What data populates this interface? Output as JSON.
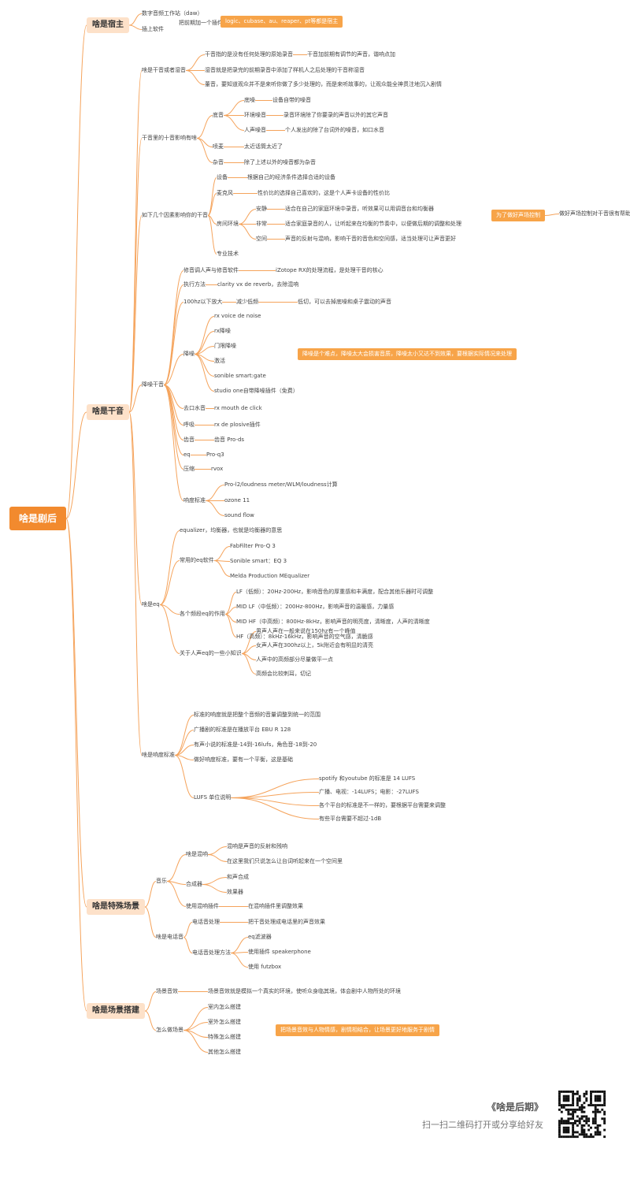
{
  "mindmap": {
    "root": {
      "text": "啥是剧后"
    },
    "branches": [
      {
        "text": "啥是宿主",
        "children": [
          {
            "text": "数字音频工作站（daw）"
          },
          {
            "text": "插上软件"
          }
        ]
      },
      {
        "text": "啥是干音",
        "children": [
          {
            "text": "啥是干音或者湿音",
            "children": [
              {
                "text": "干音指的是没有任何处理的原始录音",
                "children": [
                  {
                    "text": "干音加前期有调节的声音，谐响点加"
                  }
                ]
              },
              {
                "text": "湿音就是把录完的前期录音中添加了样机人之后处理的干音称湿音"
              },
              {
                "text": "董音，要知道观众并不是来听你做了多少处理的，而是来听故事的，让观众能全神贯注地沉入剧情"
              }
            ]
          },
          {
            "text": "干音里的十音影响有啥",
            "children": [
              {
                "text": "底音",
                "children": [
                  {
                    "text": "底噪",
                    "children": [
                      {
                        "text": "设备自带的噪音"
                      }
                    ]
                  },
                  {
                    "text": "环境噪音",
                    "children": [
                      {
                        "text": "录音环境除了你要录的声音以外的其它声音"
                      }
                    ]
                  },
                  {
                    "text": "人声噪音",
                    "children": [
                      {
                        "text": "个人发出的除了台词外的噪音，如口水音"
                      }
                    ]
                  }
                ]
              },
              {
                "text": "喷麦",
                "children": [
                  {
                    "text": "太近话筒太近了"
                  }
                ]
              },
              {
                "text": "杂音",
                "children": [
                  {
                    "text": "除了上述以外的噪音都为杂音"
                  }
                ]
              }
            ]
          },
          {
            "text": "如下几个因素影响你的干音",
            "children": [
              {
                "text": "设备",
                "children": [
                  {
                    "text": "根据自己的经济条件选择合适的设备"
                  }
                ]
              },
              {
                "text": "麦克风",
                "children": [
                  {
                    "text": "性价比的选择自己喜欢的，这是个人声卡设备的性价比"
                  }
                ]
              },
              {
                "text": "房间环境",
                "children": [
                  {
                    "text": "安静",
                    "children": [
                      {
                        "text": "适合在自己的家庭环境中录音，听效果可以用调音台和均衡器"
                      }
                    ]
                  },
                  {
                    "text": "非常",
                    "children": [
                      {
                        "text": "适合家庭录音的人，让听起来在均衡的节奏中，以便做后期的调整和处理"
                      }
                    ]
                  },
                  {
                    "text": "空间",
                    "children": [
                      {
                        "text": "声音的反射与混响，影响干音的音色和空间感，适当处理可让声音更好"
                      }
                    ]
                  }
                ]
              },
              {
                "text": "专业技术"
              }
            ]
          },
          {
            "text": "降噪干音",
            "children": [
              {
                "text": "修音调人声与修音软件",
                "children": [
                  {
                    "text": "iZotope RX的处理流程，是处理干音的核心"
                  }
                ]
              },
              {
                "text": "执行方法",
                "children": [
                  {
                    "text": "clarity vx de reverb，去除混响"
                  }
                ]
              },
              {
                "text": "100hz以下放大",
                "children": [
                  {
                    "text": "减少低频",
                    "children": [
                      {
                        "text": "低切，可以去掉底噪和桌子震动的声音"
                      }
                    ]
                  }
                ]
              },
              {
                "text": "降噪",
                "children": [
                  {
                    "text": "rx voice de noise"
                  },
                  {
                    "text": "rx降噪"
                  },
                  {
                    "text": "门限降噪"
                  },
                  {
                    "text": "激活"
                  },
                  {
                    "text": "sonible smart:gate"
                  },
                  {
                    "text": "studio one自带降噪插件（免费）"
                  }
                ]
              },
              {
                "text": "去口水音",
                "children": [
                  {
                    "text": "rx mouth de click"
                  }
                ]
              },
              {
                "text": "呼吸",
                "children": [
                  {
                    "text": "rx de plosive插件"
                  }
                ]
              },
              {
                "text": "齿音",
                "children": [
                  {
                    "text": "齿音 Pro-ds"
                  }
                ]
              },
              {
                "text": "eq",
                "children": [
                  {
                    "text": "Pro-q3"
                  }
                ]
              },
              {
                "text": "压缩",
                "children": [
                  {
                    "text": "rvox"
                  }
                ]
              },
              {
                "text": "响度标准",
                "children": [
                  {
                    "text": "Pro-l2/loudness meter/WLM/loudness计算"
                  },
                  {
                    "text": "ozone 11"
                  },
                  {
                    "text": "sound flow"
                  }
                ]
              }
            ]
          }
        ]
      },
      {
        "text": "啥是eq",
        "children": [
          {
            "text": "equalizer，均衡器，也就是均衡器的意思"
          },
          {
            "text": "常用的eq软件",
            "children": [
              {
                "text": "FabFilter Pro-Q 3"
              },
              {
                "text": "Sonible smart：EQ 3"
              },
              {
                "text": "Melda Production MEqualizer"
              }
            ]
          },
          {
            "text": "各个频段eq的作用",
            "children": [
              {
                "text": "LF（低频）：20Hz-200Hz，影响音色的厚重感和丰满度，配合其他乐器时可调整"
              },
              {
                "text": "MID LF（中低频）：200Hz-800Hz，影响声音的温暖感，力量感"
              },
              {
                "text": "MID HF（中高频）：800Hz-8kHz，影响声音的明亮度，清晰度，人声的清晰度"
              },
              {
                "text": "HF（高频）：8kHz-16kHz，影响声音的空气感，清脆感"
              }
            ]
          },
          {
            "text": "关于人声eq的一些小知识",
            "children": [
              {
                "text": "男声人声在一般来说在150hz有一个峰值"
              },
              {
                "text": "女声人声在300hz以上，5k附近会有明显的清亮"
              },
              {
                "text": "人声中的高频部分尽量做平一点"
              },
              {
                "text": "高频会比较刺耳，切记"
              }
            ]
          }
        ]
      },
      {
        "text": "啥是响度标准",
        "children": [
          {
            "text": "标准的响度就是把整个音频的音量调整到统一的范围"
          },
          {
            "text": "广播剧的标准是在播放平台 EBU R 128"
          },
          {
            "text": "有声小说的标准是-14到-16lufs，角色音-18到-20"
          },
          {
            "text": "做好响度标准，要有一个平衡，这是基础"
          },
          {
            "text": "LUFS 单位说明",
            "children": [
              {
                "text": "spotify 和youtube 的标准是 14 LUFS"
              },
              {
                "text": "广播、电视：-14LUFS；电影：-27LUFS"
              },
              {
                "text": "各个平台的标准是不一样的，要根据平台需要来调整"
              },
              {
                "text": "有些平台需要不超过-1dB"
              }
            ]
          }
        ]
      },
      {
        "text": "啥是特殊场景",
        "children": [
          {
            "text": "音乐",
            "children": [
              {
                "text": "啥是混响",
                "children": [
                  {
                    "text": "混响是声音的反射和残响"
                  },
                  {
                    "text": "在这里我们只说怎么让台词听起来在一个空间里"
                  }
                ]
              },
              {
                "text": "合成器",
                "children": [
                  {
                    "text": "和声合成"
                  },
                  {
                    "text": "效果器"
                  }
                ]
              },
              {
                "text": "使用混响插件",
                "children": [
                  {
                    "text": "在混响插件里调整效果"
                  }
                ]
              }
            ]
          },
          {
            "text": "啥是电话音",
            "children": [
              {
                "text": "电话音处理",
                "children": [
                  {
                    "text": "把干音处理成电话里的声音效果"
                  }
                ]
              },
              {
                "text": "电话音处理方法",
                "children": [
                  {
                    "text": "eq滤波器"
                  },
                  {
                    "text": "使用插件 speakerphone"
                  },
                  {
                    "text": "使用 futzbox"
                  }
                ]
              }
            ]
          }
        ]
      },
      {
        "text": "啥是场景搭建",
        "children": [
          {
            "text": "场景音效",
            "children": [
              {
                "text": "场景音效就是模拟一个真实的环境，使听众身临其境，体会剧中人物所处的环境"
              }
            ]
          },
          {
            "text": "怎么做场景",
            "children": [
              {
                "text": "室内怎么搭建"
              },
              {
                "text": "室外怎么搭建"
              },
              {
                "text": "特殊怎么搭建"
              },
              {
                "text": "其他怎么搭建"
              }
            ]
          }
        ]
      }
    ],
    "callouts": {
      "host": "logic、cubase、au、reaper、pt等都是宿主",
      "host_note": "把前期加一个插件",
      "room": "为了做好声场控制",
      "room_result": "做好声场控制对干音很有帮助",
      "denoise": "降噪是个难点，降噪太大会损害音质，降噪太小又达不到效果，要根据实际情况来处理",
      "scene": "把场景音效与人物情感，剧情相结合，让场景更好地服务于剧情"
    }
  },
  "footer": {
    "title": "《啥是后期》",
    "subtitle": "扫一扫二维码打开或分享给好友"
  },
  "colors": {
    "accent": "#f28a2e",
    "branch_bg": "#fde1c9",
    "line": "#f5a35b",
    "note": "#f7a449"
  }
}
